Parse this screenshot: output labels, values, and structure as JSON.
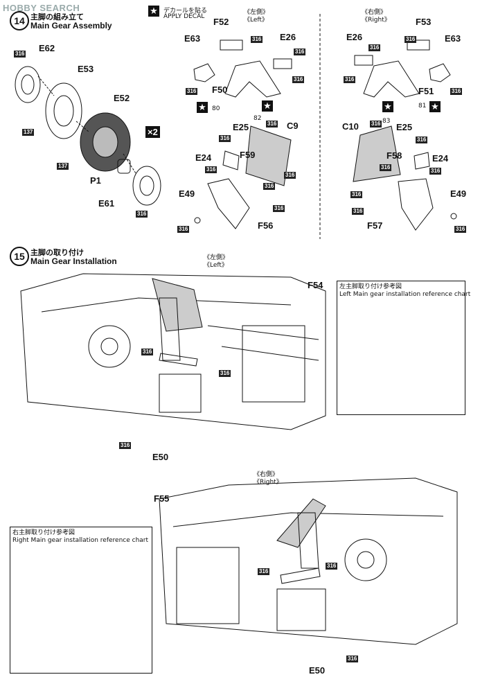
{
  "watermark": "HOBBY SEARCH",
  "step14": {
    "number": "14",
    "title_jp": "主脚の組み立て",
    "title_en": "Main Gear Assembly",
    "decal_note_jp": "デカールを貼る",
    "decal_note_en": "APPLY DECAL",
    "multiplier": "×2",
    "left_jp": "《左側》",
    "left_en": "《Left》",
    "right_jp": "《右側》",
    "right_en": "《Right》",
    "parts": {
      "E62": "E62",
      "E53": "E53",
      "E52": "E52",
      "P1": "P1",
      "E61": "E61",
      "F52": "F52",
      "E63_l": "E63",
      "E26_l": "E26",
      "F50": "F50",
      "E25_l": "E25",
      "C9": "C9",
      "F59": "F59",
      "E24_l": "E24",
      "E49_l": "E49",
      "F56": "F56",
      "E26_r": "E26",
      "F53": "F53",
      "E63_r": "E63",
      "F51": "F51",
      "C10": "C10",
      "E25_r": "E25",
      "F58": "F58",
      "E24_r": "E24",
      "F57": "F57",
      "E49_r": "E49"
    },
    "decal_numbers": {
      "d80": "80",
      "d82": "82",
      "d81": "81",
      "d83": "83"
    },
    "paint_codes": {
      "c316": "316",
      "c137": "137"
    }
  },
  "step15": {
    "number": "15",
    "title_jp": "主脚の取り付け",
    "title_en": "Main Gear Installation",
    "left_jp": "《左側》",
    "left_en": "《Left》",
    "right_jp": "《右側》",
    "right_en": "《Right》",
    "F54": "F54",
    "F55": "F55",
    "E50_left": "E50",
    "E50_right": "E50",
    "ref_left_jp": "左主脚取り付け参考図",
    "ref_left_en": "Left Main gear installation reference chart",
    "ref_right_jp": "右主脚取り付け参考図",
    "ref_right_en": "Right Main gear installation reference chart",
    "paint_code": "316"
  }
}
